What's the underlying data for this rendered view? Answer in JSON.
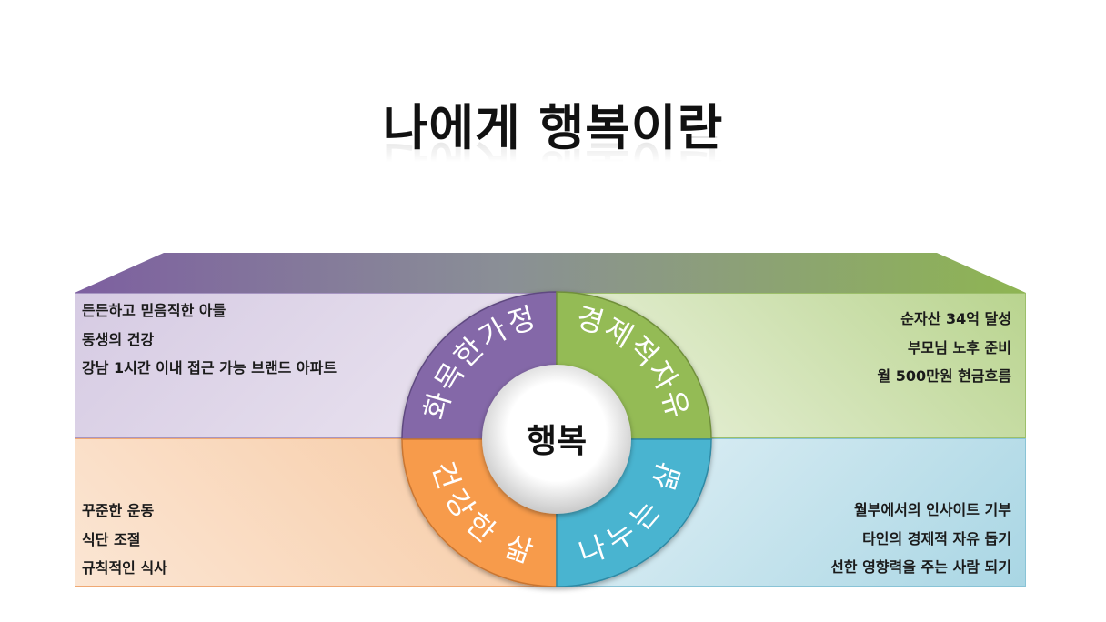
{
  "title": "나에게 행복이란",
  "center": "행복",
  "segments": {
    "family": {
      "label": "화목한가정",
      "color": "#8467a8",
      "items": [
        "든든하고 믿음직한 아들",
        "동생의 건강",
        "강남 1시간 이내 접근 가능 브랜드 아파트"
      ]
    },
    "economy": {
      "label": "경제적자유",
      "color": "#94bb55",
      "items": [
        "순자산 34억 달성",
        "부모님 노후 준비",
        "월 500만원 현금흐름"
      ]
    },
    "health": {
      "label": "건강한 삶",
      "color": "#f79b4c",
      "items": [
        "꾸준한 운동",
        "식단 조절",
        "규칙적인 식사"
      ]
    },
    "sharing": {
      "label": "나누는 삶",
      "color": "#4ab4d0",
      "items": [
        "월부에서의 인사이트 기부",
        "타인의 경제적 자유 돕기",
        "선한 영향력을 주는 사람 되기"
      ]
    }
  }
}
